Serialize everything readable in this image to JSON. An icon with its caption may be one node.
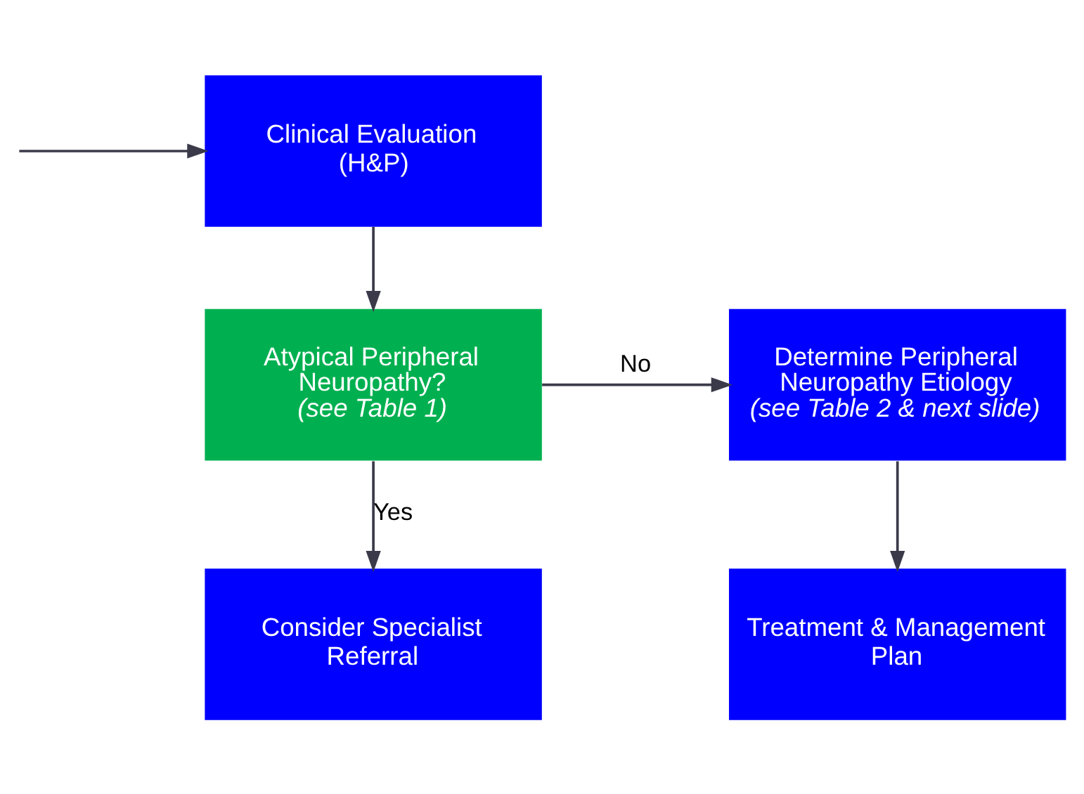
{
  "diagram": {
    "nodes": [
      {
        "text": [
          "Clinical Evaluation (H&P)"
        ]
      },
      {
        "text": [
          "Atypical Peripheral Neuropathy?",
          "(see Table 1)"
        ]
      },
      {
        "text": [
          "Determine Peripheral Neuropathy Etiology",
          "(see Table 2 & next slide)"
        ]
      },
      {
        "text": [
          "Consider Specialist Referral"
        ]
      },
      {
        "text": [
          "Treatment & Management Plan"
        ]
      }
    ],
    "edges": [
      {
        "from": null,
        "to": 0,
        "arrow": "to"
      },
      {
        "from": 0,
        "to": 1,
        "arrow": "to"
      },
      {
        "from": 1,
        "to": 2,
        "arrow": "to",
        "label": "No"
      },
      {
        "from": 1,
        "to": 3,
        "arrow": "to",
        "label": "Yes"
      },
      {
        "from": 2,
        "to": 4,
        "arrow": "to"
      }
    ]
  }
}
